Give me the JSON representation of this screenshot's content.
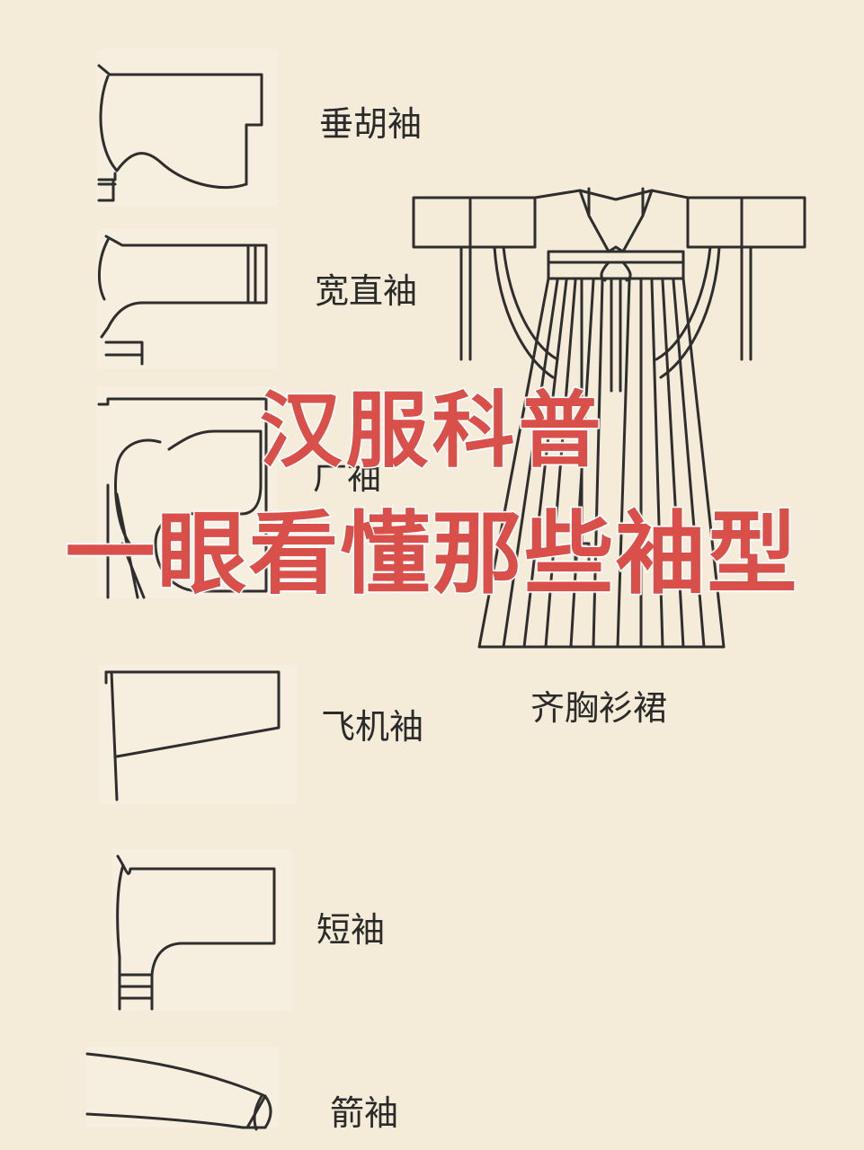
{
  "title": {
    "line1": "汉服科普",
    "line2": "一眼看懂那些袖型"
  },
  "sleeves": [
    {
      "name": "垂胡袖",
      "icon": "drooping-sleeve-icon"
    },
    {
      "name": "宽直袖",
      "icon": "wide-straight-sleeve-icon"
    },
    {
      "name": "广袖",
      "icon": "broad-sleeve-icon"
    },
    {
      "name": "飞机袖",
      "icon": "airplane-sleeve-icon"
    },
    {
      "name": "短袖",
      "icon": "short-sleeve-icon"
    },
    {
      "name": "箭袖",
      "icon": "arrow-sleeve-icon"
    }
  ],
  "garment": {
    "name": "齐胸衫裙",
    "icon": "qixiong-ruqun-icon"
  },
  "colors": {
    "background": "#f4ebd9",
    "title": "#d9504a",
    "line": "#2e2e2e"
  }
}
